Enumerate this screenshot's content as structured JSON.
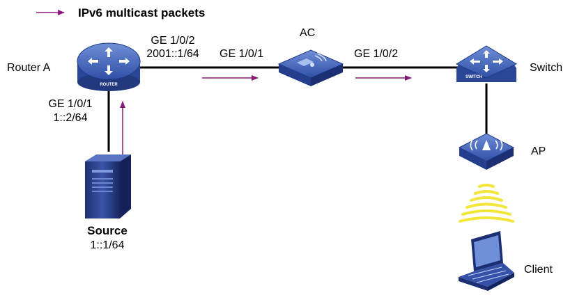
{
  "legend": {
    "text": "IPv6 multicast packets",
    "arrow_color": "#8b1a7a"
  },
  "colors": {
    "link": "#000000",
    "flow": "#8b1a7a",
    "device_blue": "#2f50a6",
    "wireless": "#f3e63a"
  },
  "nodes": {
    "router_a": {
      "label": "Router A",
      "badge": "ROUTER",
      "icon": "router-icon"
    },
    "ac": {
      "label": "AC",
      "icon": "wireless-controller-icon"
    },
    "switch": {
      "label": "Switch",
      "badge": "SWITCH",
      "icon": "switch-icon"
    },
    "ap": {
      "label": "AP",
      "icon": "access-point-icon"
    },
    "source": {
      "label": "Source",
      "address": "1::1/64",
      "icon": "server-icon"
    },
    "client": {
      "label": "Client",
      "icon": "laptop-icon"
    }
  },
  "interfaces": {
    "router_ge102": {
      "port": "GE 1/0/2",
      "address": "2001::1/64"
    },
    "router_ge101": {
      "port": "GE 1/0/1",
      "address": "1::2/64"
    },
    "ac_ge101": {
      "port": "GE 1/0/1"
    },
    "ac_ge102": {
      "port": "GE 1/0/2"
    }
  }
}
